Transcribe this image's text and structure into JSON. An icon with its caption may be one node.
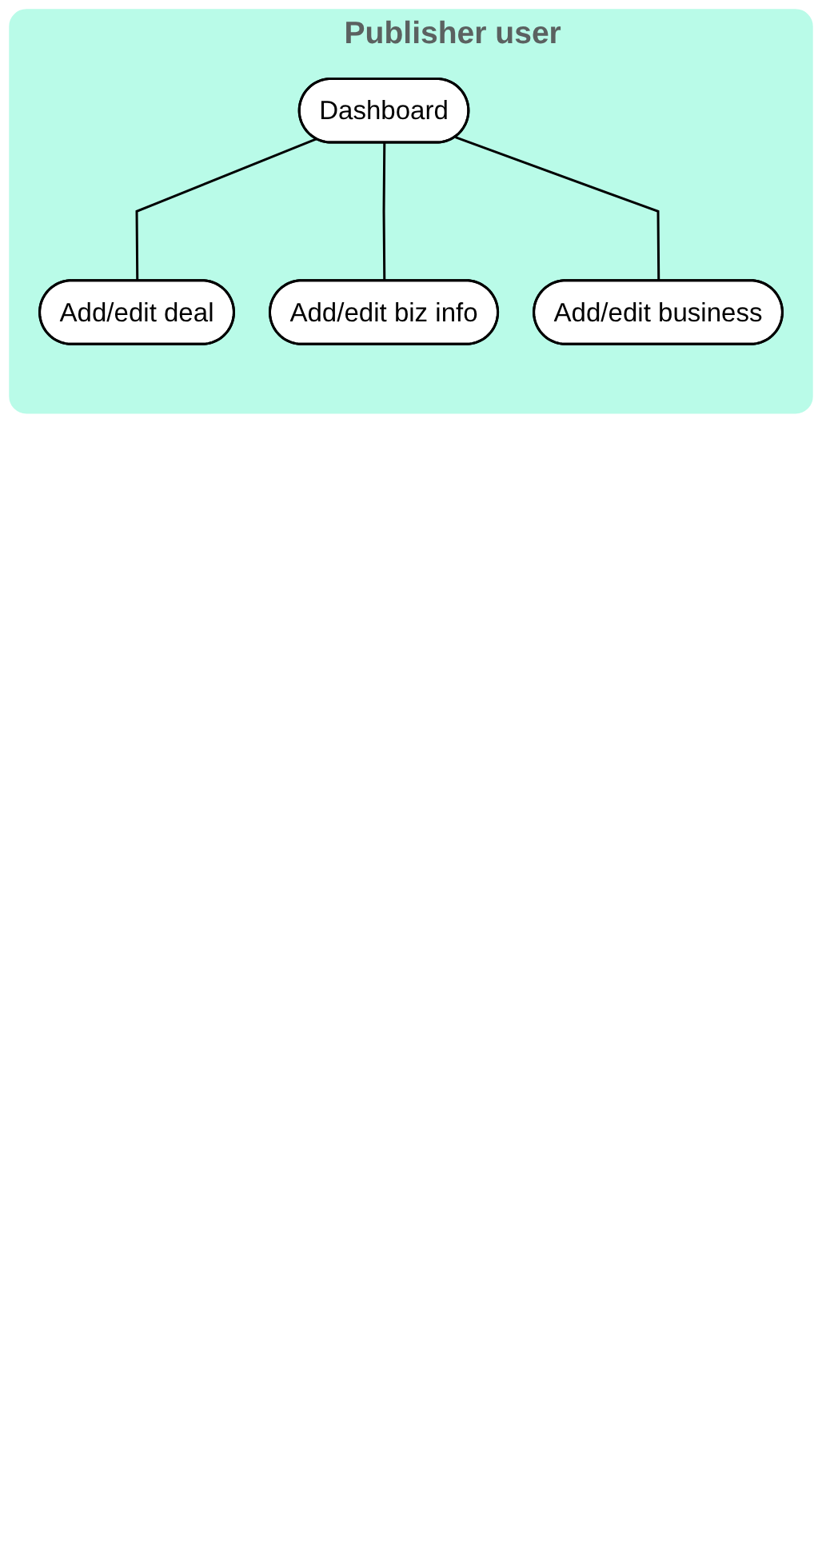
{
  "diagram": {
    "nodes": [
      {
        "text": [
          "Publisher user"
        ]
      },
      {
        "text": [
          "Dashboard"
        ],
        "in": 0
      },
      {
        "text": [
          "Add/edit deal"
        ],
        "in": 0
      },
      {
        "text": [
          "Add/edit biz info"
        ],
        "in": 0
      },
      {
        "text": [
          "Add/edit business"
        ],
        "in": 0
      }
    ],
    "edges": [
      {
        "from": 1,
        "to": 2,
        "arrow": "none"
      },
      {
        "from": 1,
        "to": 3,
        "arrow": "none"
      },
      {
        "from": 1,
        "to": 4,
        "arrow": "none"
      }
    ]
  }
}
